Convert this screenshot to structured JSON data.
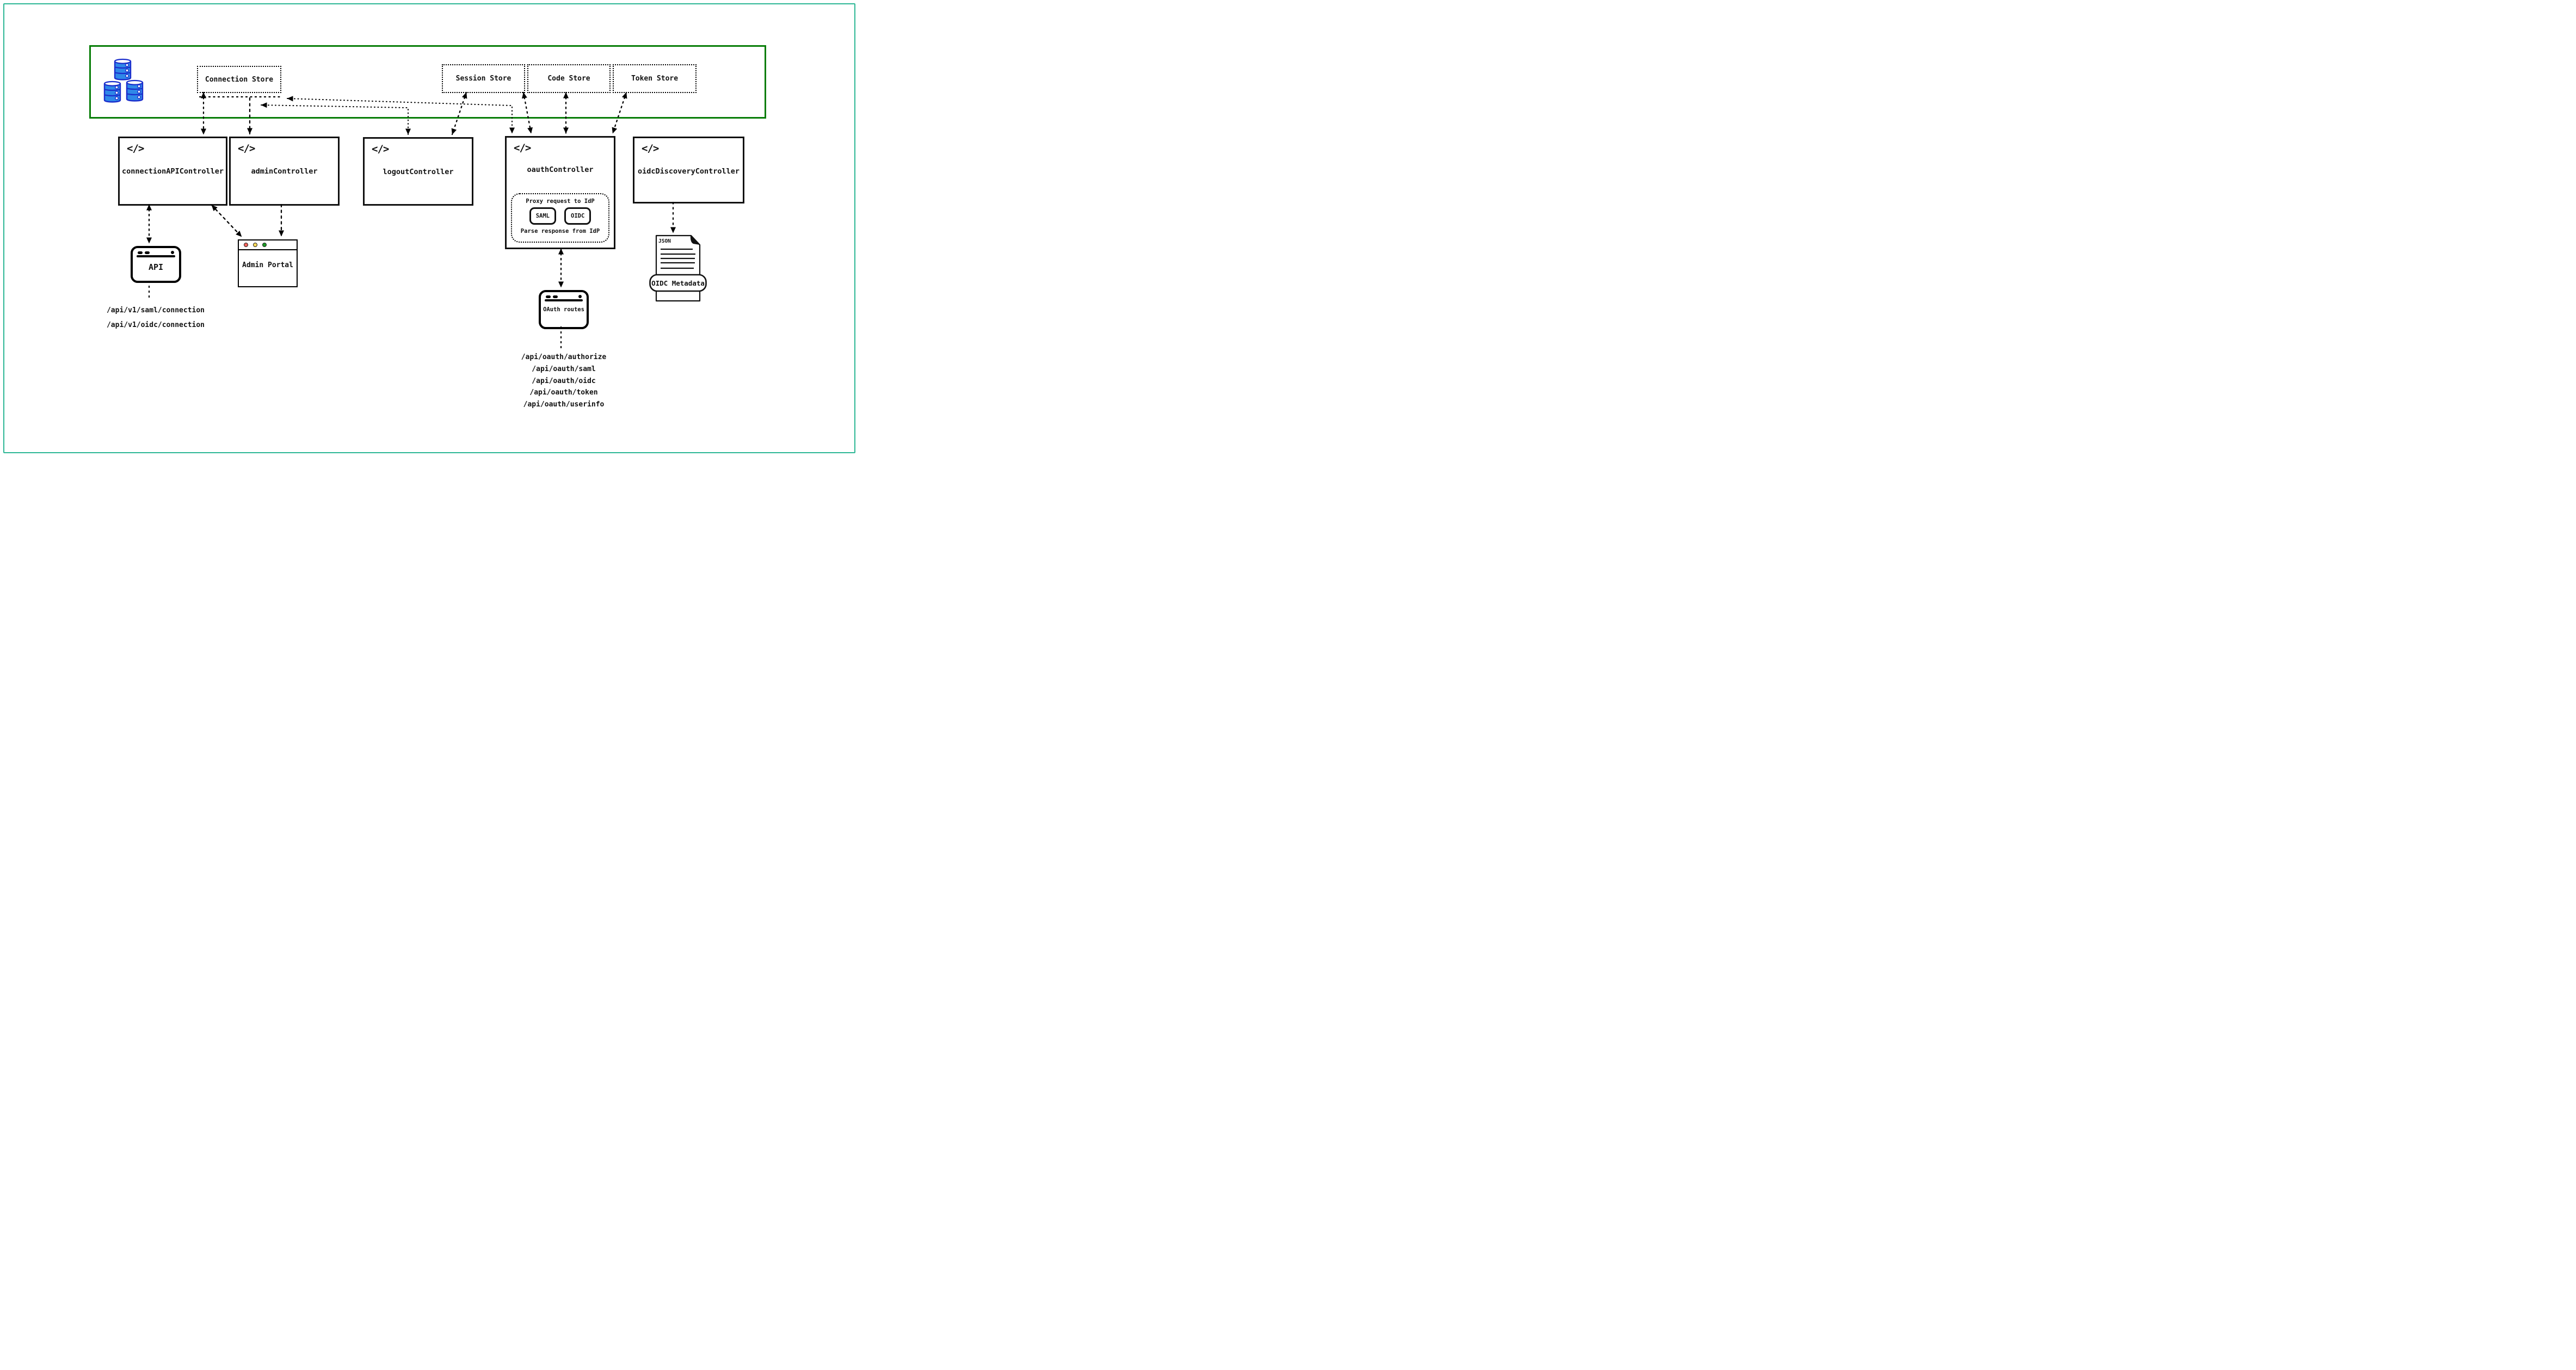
{
  "palette": {
    "outer_border": "#2db795",
    "store_layer_border": "#077d07",
    "database_fill": "#2f88e8",
    "database_stroke": "#1b2ecc",
    "line_color": "#000000"
  },
  "store_layer": {
    "stores": [
      {
        "label": "Connection Store"
      },
      {
        "label": "Session Store"
      },
      {
        "label": "Code Store"
      },
      {
        "label": "Token Store"
      }
    ]
  },
  "controllers": {
    "code_icon": "</>",
    "items": [
      {
        "label": "connectionAPIController"
      },
      {
        "label": "adminController"
      },
      {
        "label": "logoutController"
      },
      {
        "label": "oauthController"
      },
      {
        "label": "oidcDiscoveryController"
      }
    ]
  },
  "oauth_proxy": {
    "top_label": "Proxy request to IdP",
    "bottom_label": "Parse response from IdP",
    "protocols": [
      {
        "label": "SAML"
      },
      {
        "label": "OIDC"
      }
    ]
  },
  "windows": {
    "api": {
      "label": "API"
    },
    "admin_portal": {
      "label": "Admin Portal",
      "traffic_lights": [
        "#f4645c",
        "#f8d857",
        "#1d9b25"
      ]
    },
    "oauth_routes": {
      "label": "OAuth routes"
    }
  },
  "endpoints": {
    "api": [
      {
        "path": "/api/v1/saml/connection"
      },
      {
        "path": "/api/v1/oidc/connection"
      }
    ],
    "oauth": [
      {
        "path": "/api/oauth/authorize"
      },
      {
        "path": "/api/oauth/saml"
      },
      {
        "path": "/api/oauth/oidc"
      },
      {
        "path": "/api/oauth/token"
      },
      {
        "path": "/api/oauth/userinfo"
      }
    ]
  },
  "oidc_metadata": {
    "file_type_label": "JSON",
    "banner_label": "OIDC Metadata"
  }
}
